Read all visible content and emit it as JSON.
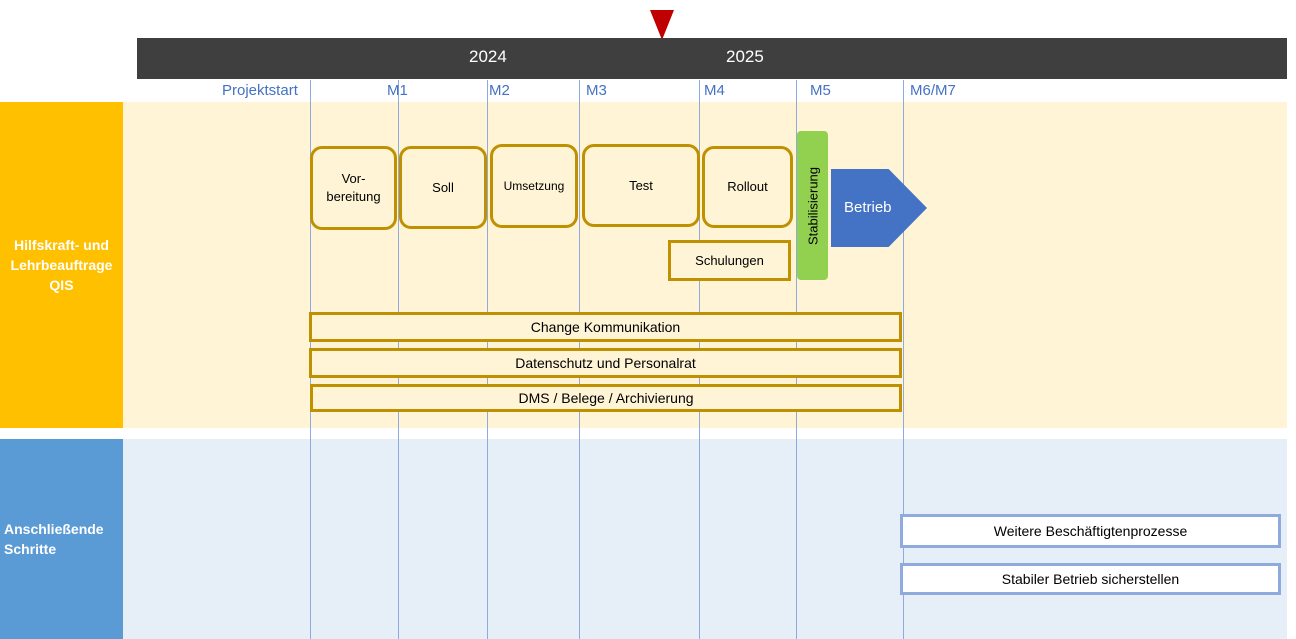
{
  "timeline": {
    "years": [
      "2024",
      "2025"
    ],
    "milestones": [
      "Projektstart",
      "M1",
      "M2",
      "M3",
      "M4",
      "M5",
      "M6/M7"
    ]
  },
  "lanes": {
    "lane1": {
      "label_lines": [
        "Hilfskraft- und",
        "Lehrbeauftrage",
        "QIS"
      ],
      "phases": [
        {
          "line1": "Vor-",
          "line2": "bereitung"
        },
        {
          "line1": "Soll",
          "line2": ""
        },
        {
          "line1": "Umsetzung",
          "line2": ""
        },
        {
          "line1": "Test",
          "line2": ""
        },
        {
          "line1": "Rollout",
          "line2": ""
        }
      ],
      "schulungen": "Schulungen",
      "stabilisierung": "Stabilisierung",
      "betrieb": "Betrieb",
      "bars": [
        "Change Kommunikation",
        "Datenschutz und Personalrat",
        "DMS / Belege / Archivierung"
      ]
    },
    "lane2": {
      "label_lines": [
        "Anschließende",
        "Schritte"
      ],
      "items": [
        "Weitere Beschäftigtenprozesse",
        "Stabiler Betrieb sicherstellen"
      ]
    }
  },
  "colors": {
    "lane1_accent": "#ffc000",
    "lane1_bg": "#fff4d6",
    "lane2_accent": "#5b9bd5",
    "lane2_bg": "#e6eef8",
    "phase_border": "#bf9000",
    "stabilisierung": "#92d050",
    "betrieb": "#4472c4",
    "marker": "#c00000",
    "year_bar": "#3f3f3f"
  }
}
